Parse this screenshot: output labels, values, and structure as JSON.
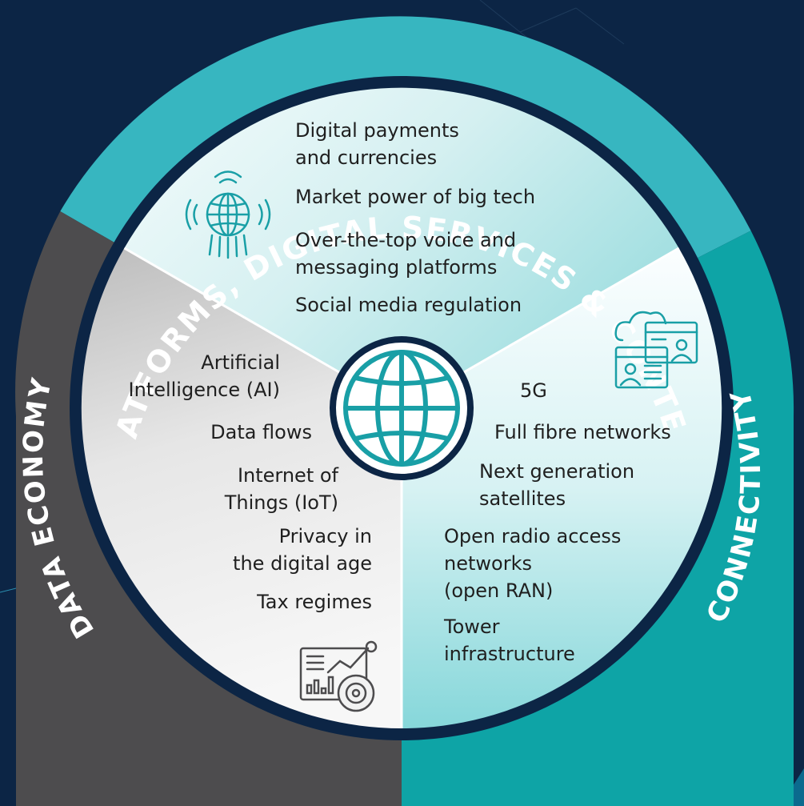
{
  "colors": {
    "background": "#0c2545",
    "ring_platforms": "#37b6c0",
    "ring_data": "#4d4c4e",
    "ring_connectivity": "#0ea4a6",
    "inner_ring": "#0c2545",
    "icon": "#199fa6",
    "text": "#1f1f1f"
  },
  "segments": {
    "platforms": {
      "title": "PLATFORMS, DIGITAL SERVICES & CONTENT",
      "icon": "globe-signal-icon",
      "items": [
        "Digital payments\nand currencies",
        "Market power of big tech",
        "Over-the-top voice and\nmessaging platforms",
        "Social media regulation"
      ]
    },
    "data_economy": {
      "title": "DATA ECONOMY",
      "icon": "analytics-dashboard-icon",
      "items": [
        "Artificial\nIntelligence (AI)",
        "Data flows",
        "Internet of\nThings (IoT)",
        "Privacy in\nthe digital age",
        "Tax regimes"
      ]
    },
    "connectivity": {
      "title": "CONNECTIVITY",
      "icon": "cloud-profiles-icon",
      "items": [
        "5G",
        "Full fibre networks",
        "Next generation\nsatellites",
        "Open radio access\nnetworks\n(open RAN)",
        "Tower\ninfrastructure"
      ]
    }
  },
  "center_icon": "globe-icon"
}
